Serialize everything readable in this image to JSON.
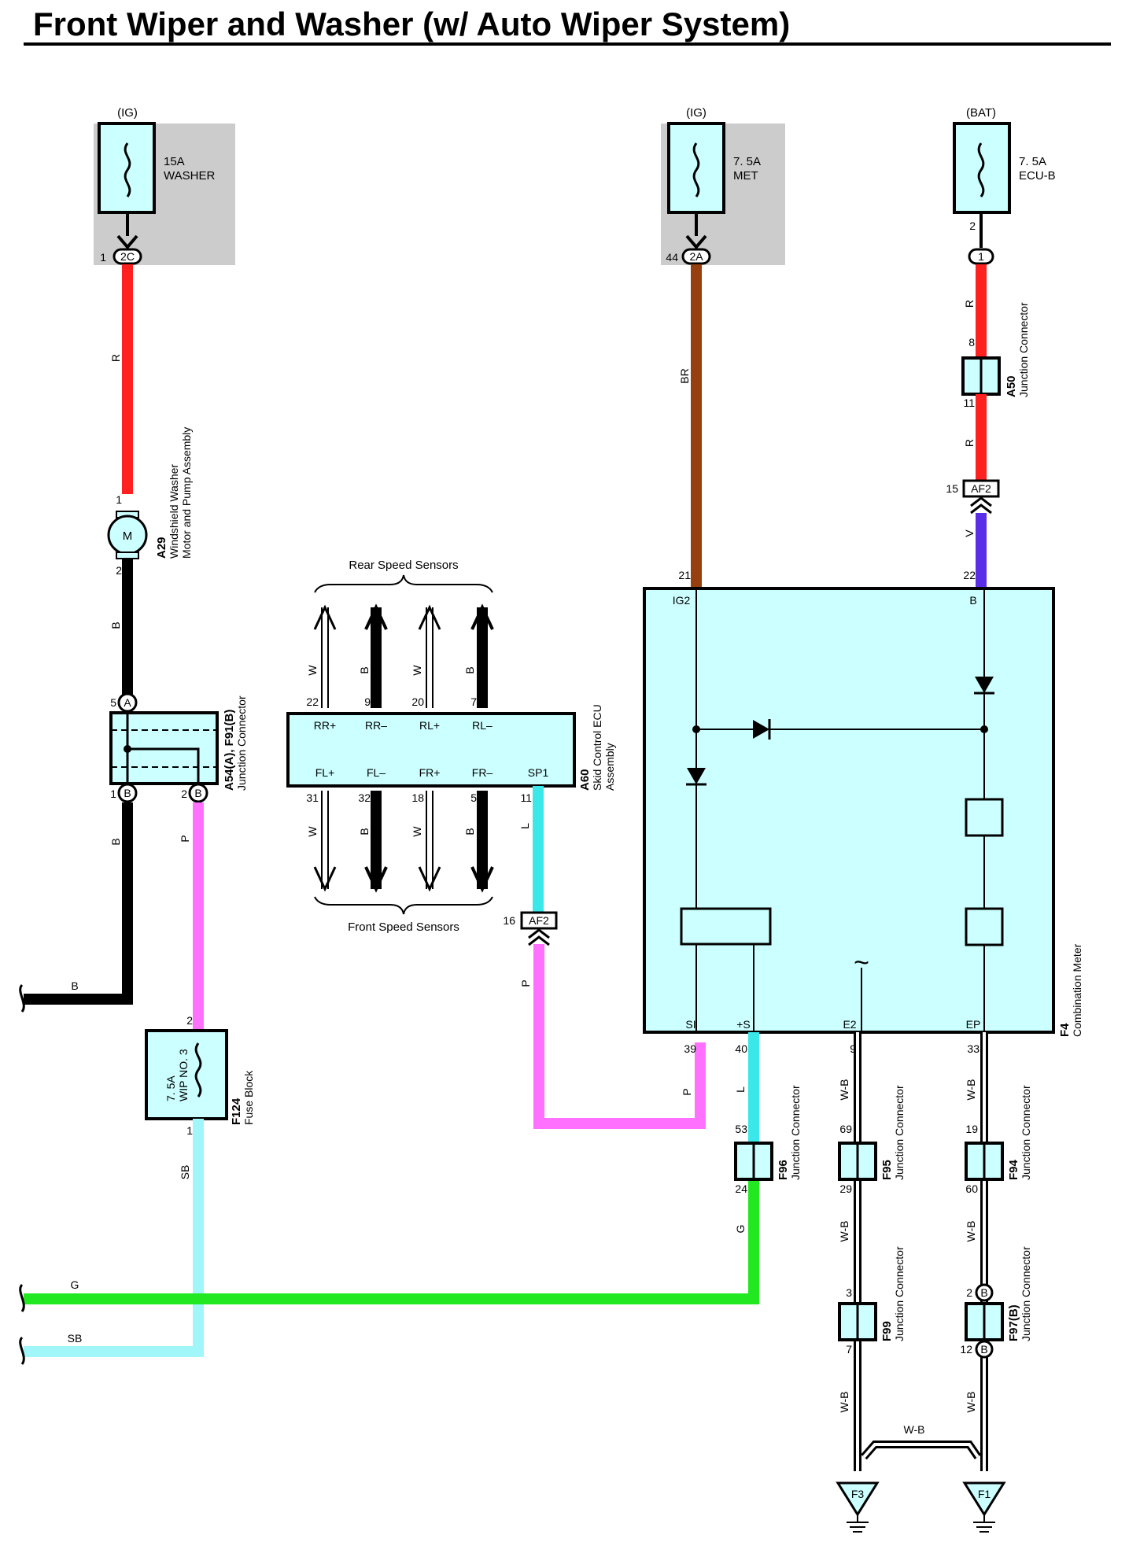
{
  "title": "Front Wiper and Washer (w/ Auto Wiper System)",
  "colors": {
    "red": "#ff2020",
    "brown": "#964010",
    "violet": "#5a2de8",
    "black": "#000000",
    "pink": "#ff70ff",
    "light_blue": "#3ae8ea",
    "sky_blue": "#a0f6f8",
    "green": "#22e822",
    "component_fill": "#ccffff",
    "fuse_box_bg": "#cccccc"
  },
  "fuses": {
    "washer": {
      "supply": "(IG)",
      "rating": "15A",
      "name": "WASHER",
      "pin": "1",
      "connector": "2C"
    },
    "met": {
      "supply": "(IG)",
      "rating": "7. 5A",
      "name": "MET",
      "pin": "44",
      "connector": "2A"
    },
    "ecub": {
      "supply": "(BAT)",
      "rating": "7. 5A",
      "name": "ECU-B",
      "pin_top": "2",
      "connector": "1"
    },
    "wip3": {
      "rating": "7. 5A",
      "name": "WIP NO. 3",
      "code": "F124",
      "desc": "Fuse Block",
      "pin_top": "2",
      "pin_bottom": "1"
    }
  },
  "washer_motor": {
    "code": "A29",
    "desc_1": "Windshield Washer",
    "desc_2": "Motor and Pump Assembly",
    "symbol": "M",
    "pin_top": "1",
    "pin_bottom": "2"
  },
  "junction_a54": {
    "code": "A54(A), F91(B)",
    "desc": "Junction Connector",
    "pin_a": "5",
    "badge_a": "A",
    "pin_b1": "1",
    "badge_b1": "B",
    "pin_b2": "2",
    "badge_b2": "B"
  },
  "junction_a50": {
    "code": "A50",
    "desc": "Junction Connector",
    "pin_top": "8",
    "pin_bottom": "11"
  },
  "af2_upper": {
    "pin": "15",
    "label": "AF2"
  },
  "af2_lower": {
    "pin": "16",
    "label": "AF2"
  },
  "ecu": {
    "code": "A60",
    "desc_1": "Skid Control ECU",
    "desc_2": "Assembly",
    "rear_label": "Rear Speed Sensors",
    "front_label": "Front Speed Sensors",
    "top_terminals": [
      {
        "name": "RR+",
        "pin": "22",
        "wire": "W"
      },
      {
        "name": "RR–",
        "pin": "9",
        "wire": "B"
      },
      {
        "name": "RL+",
        "pin": "20",
        "wire": "W"
      },
      {
        "name": "RL–",
        "pin": "7",
        "wire": "B"
      }
    ],
    "bottom_terminals": [
      {
        "name": "FL+",
        "pin": "31",
        "wire": "W"
      },
      {
        "name": "FL–",
        "pin": "32",
        "wire": "B"
      },
      {
        "name": "FR+",
        "pin": "18",
        "wire": "W"
      },
      {
        "name": "FR–",
        "pin": "5",
        "wire": "B"
      },
      {
        "name": "SP1",
        "pin": "11",
        "wire": "L"
      }
    ]
  },
  "meter": {
    "code": "F4",
    "desc": "Combination Meter",
    "ig2": {
      "name": "IG2",
      "pin": "21"
    },
    "b": {
      "name": "B",
      "pin": "22"
    },
    "si": {
      "name": "SI",
      "pin": "39"
    },
    "plus_s": {
      "name": "+S",
      "pin": "40"
    },
    "e2": {
      "name": "E2",
      "pin": "9"
    },
    "ep": {
      "name": "EP",
      "pin": "33"
    },
    "tilde": "~"
  },
  "junction_f96": {
    "code": "F96",
    "desc": "Junction Connector",
    "pin_top": "53",
    "pin_bottom": "24"
  },
  "junction_f95": {
    "code": "F95",
    "desc": "Junction Connector",
    "pin_top": "69",
    "pin_bottom": "29"
  },
  "junction_f94": {
    "code": "F94",
    "desc": "Junction Connector",
    "pin_top": "19",
    "pin_bottom": "60"
  },
  "junction_f99": {
    "code": "F99",
    "desc": "Junction Connector",
    "pin_top": "3",
    "pin_bottom": "7"
  },
  "junction_f97": {
    "code": "F97(B)",
    "desc": "Junction Connector",
    "pin_top": "2",
    "pin_bottom": "12",
    "badge": "B"
  },
  "grounds": [
    {
      "label": "F3"
    },
    {
      "label": "F1"
    }
  ],
  "wire_labels": {
    "r": "R",
    "br": "BR",
    "v": "V",
    "b": "B",
    "p": "P",
    "l": "L",
    "sb": "SB",
    "g": "G",
    "wb": "W-B",
    "w": "W"
  }
}
